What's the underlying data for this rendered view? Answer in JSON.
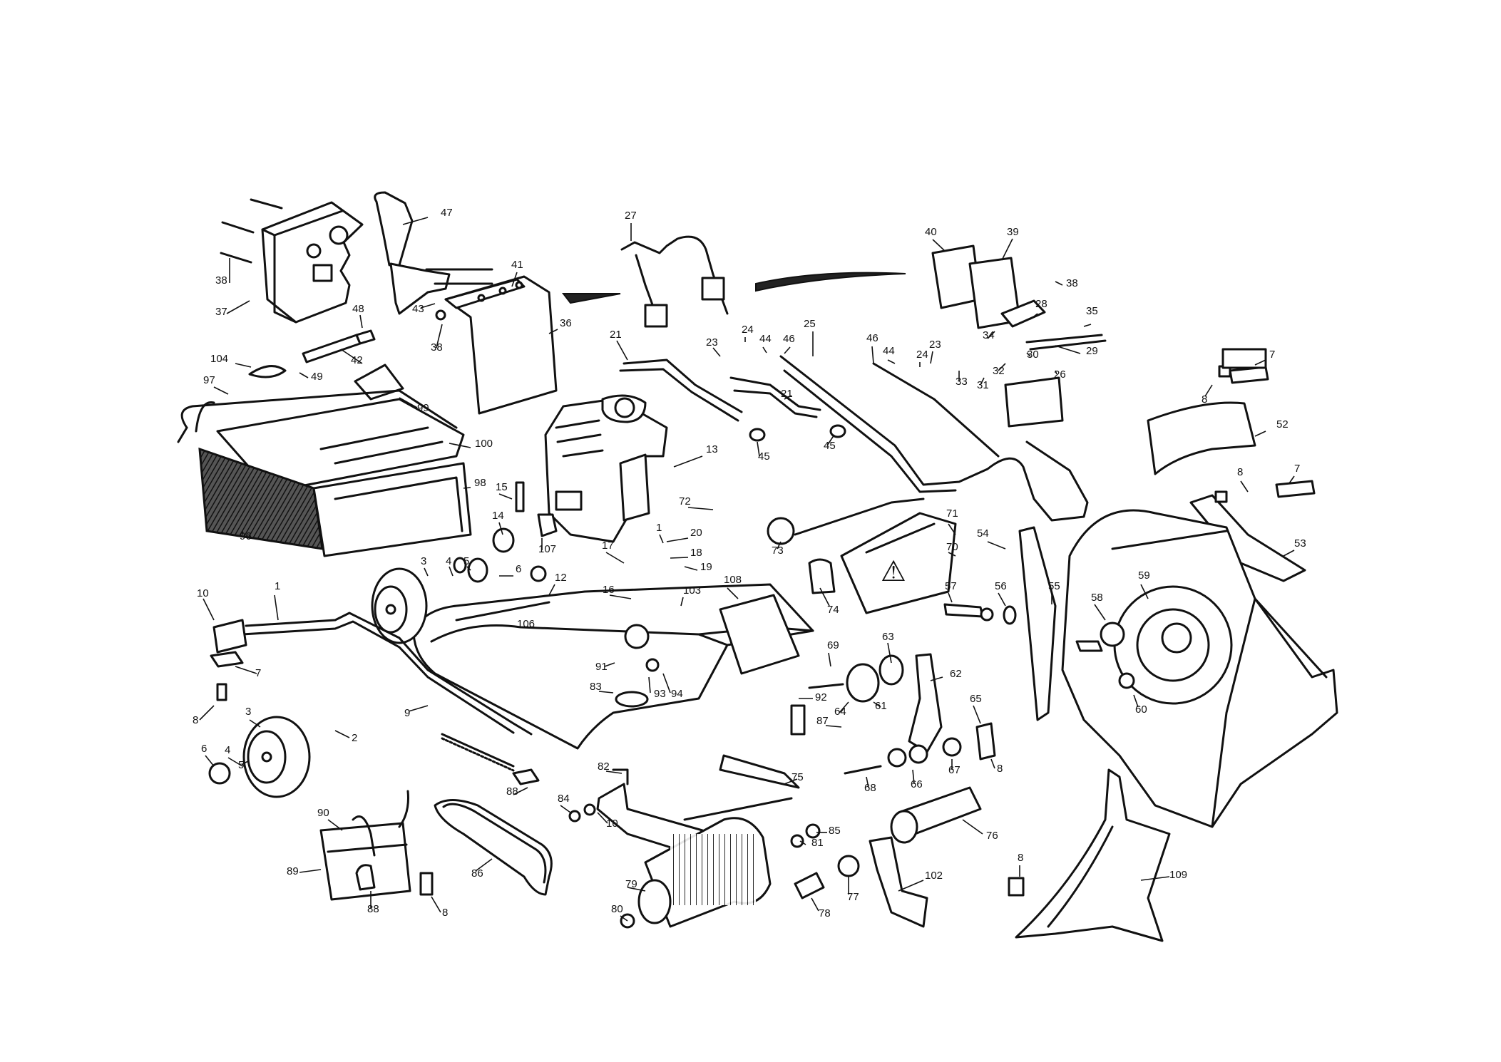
{
  "diagram": {
    "warning_symbol": "⚠",
    "callouts": [
      "47",
      "37",
      "38",
      "38",
      "48",
      "43",
      "42",
      "41",
      "36",
      "104",
      "49",
      "97",
      "99",
      "100",
      "98",
      "96",
      "27",
      "21",
      "23",
      "24",
      "44",
      "46",
      "25",
      "21",
      "45",
      "45",
      "46",
      "44",
      "24",
      "23",
      "33",
      "31",
      "32",
      "30",
      "26",
      "34",
      "28",
      "35",
      "29",
      "39",
      "40",
      "38",
      "7",
      "8",
      "52",
      "8",
      "7",
      "53",
      "15",
      "14",
      "107",
      "13",
      "1",
      "20",
      "18",
      "19",
      "17",
      "16",
      "103",
      "12",
      "106",
      "3",
      "4",
      "5",
      "6",
      "10",
      "1",
      "7",
      "9",
      "8",
      "3",
      "5",
      "4",
      "6",
      "2",
      "91",
      "93",
      "94",
      "83",
      "108",
      "92",
      "72",
      "73",
      "71",
      "70",
      "74",
      "54",
      "57",
      "56",
      "55",
      "58",
      "59",
      "60",
      "69",
      "64",
      "61",
      "63",
      "62",
      "65",
      "67",
      "66",
      "68",
      "8",
      "87",
      "88",
      "82",
      "75",
      "84",
      "10",
      "90",
      "89",
      "88",
      "8",
      "86",
      "79",
      "80",
      "81",
      "85",
      "77",
      "78",
      "102",
      "76",
      "8",
      "109"
    ]
  }
}
